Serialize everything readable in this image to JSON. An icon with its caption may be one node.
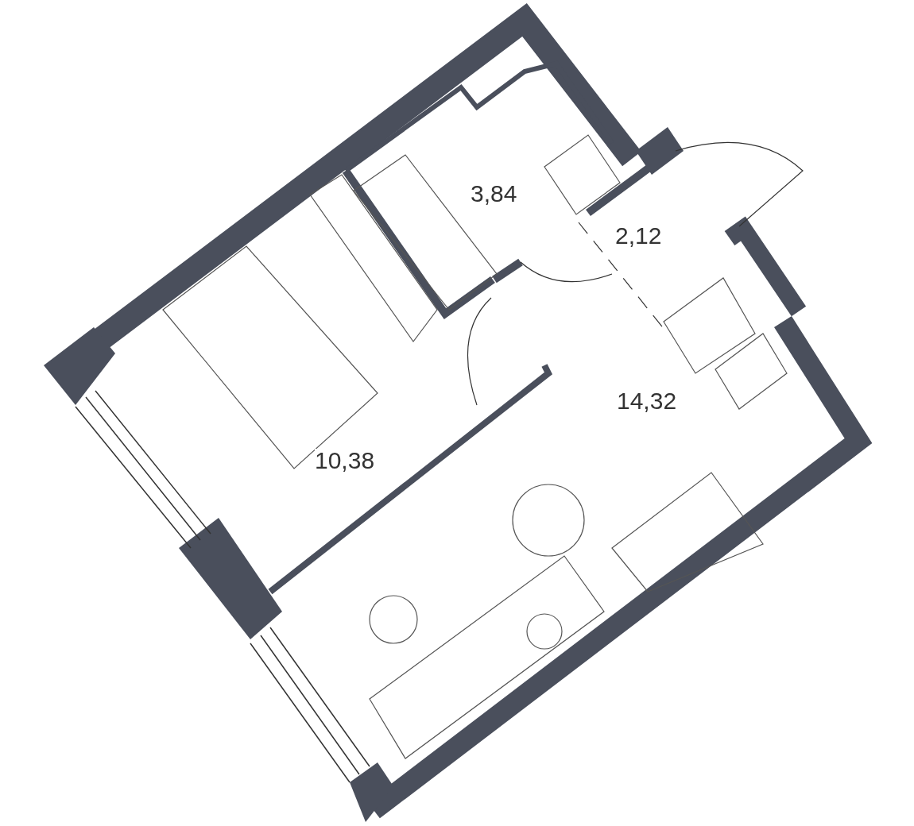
{
  "diagram": {
    "labels": [
      "3,84",
      "2,12",
      "14,32",
      "10,38"
    ]
  }
}
